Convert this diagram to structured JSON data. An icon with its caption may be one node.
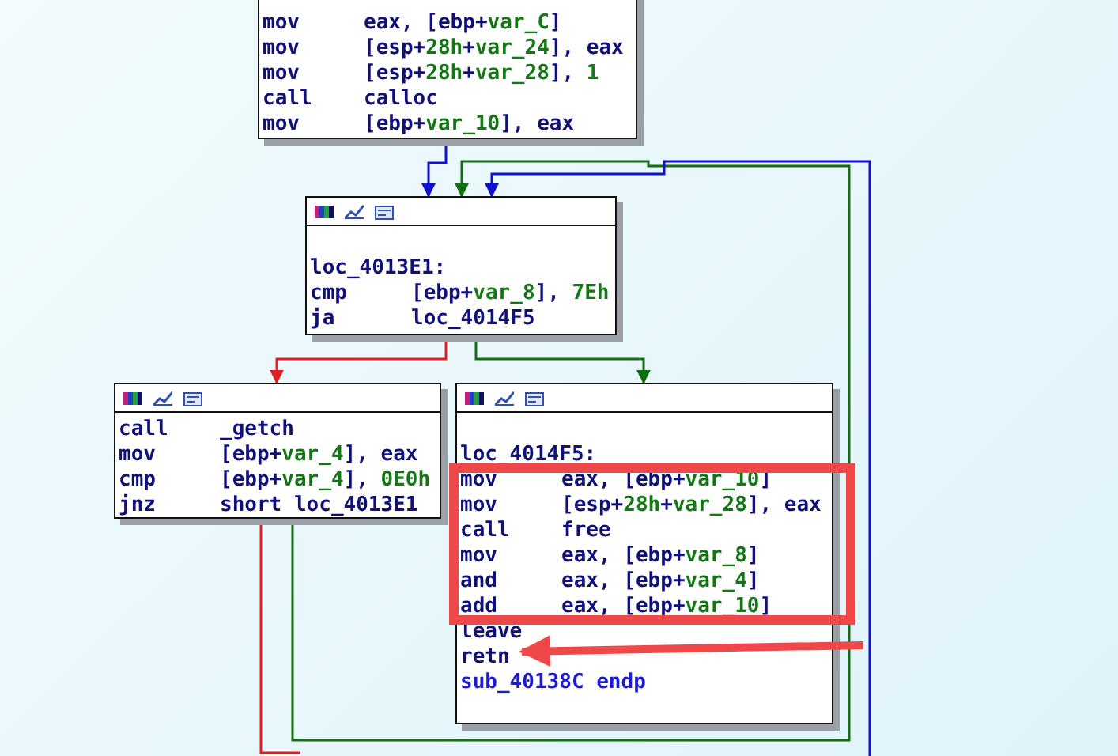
{
  "diagram": {
    "nodes": [
      {
        "text": [
          "mov eax, [ebp+var_C]",
          "mov [esp+28h+var_24], eax",
          "mov [esp+28h+var_28], 1",
          "call calloc",
          "mov [ebp+var_10], eax"
        ]
      },
      {
        "text": [
          "loc_4013E1:",
          "cmp [ebp+var_8], 7Eh",
          "ja loc_4014F5"
        ]
      },
      {
        "text": [
          "call _getch",
          "mov [ebp+var_4], eax",
          "cmp [ebp+var_4], 0E0h",
          "jnz short loc_4013E1"
        ]
      },
      {
        "text": [
          "loc_4014F5:",
          "mov eax, [ebp+var_10]",
          "mov [esp+28h+var_28], eax",
          "call free",
          "mov eax, [ebp+var_8]",
          "and eax, [ebp+var_4]",
          "add eax, [ebp+var_10]",
          "leave",
          "retn",
          "sub_40138C endp"
        ]
      }
    ],
    "edges": [
      {
        "from": 0,
        "to": 1,
        "arrow": "to",
        "color": "#1010d0"
      },
      {
        "from": 1,
        "to": 2,
        "arrow": "to",
        "color": "#e02020"
      },
      {
        "from": 1,
        "to": 3,
        "arrow": "to",
        "color": "#107010"
      },
      {
        "from": 2,
        "to": 1,
        "arrow": "to",
        "color": "#107010"
      },
      {
        "from": null,
        "to": 1,
        "arrow": "to",
        "color": "#1010d0"
      },
      {
        "from": 2,
        "to": null,
        "arrow": "none",
        "color": "#e02020"
      },
      {
        "from": null,
        "to": 3,
        "arrow": "to",
        "style": "thick",
        "color": "#f04848"
      }
    ]
  }
}
